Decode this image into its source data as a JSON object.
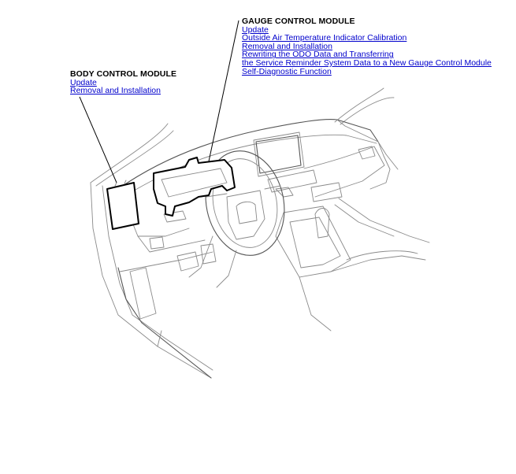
{
  "gauge_control_module": {
    "title": "GAUGE CONTROL MODULE",
    "links": [
      "Update",
      "Outside Air Temperature Indicator Calibration",
      "Removal and Installation",
      "Rewriting the ODO Data and Transferring",
      "the Service Reminder System Data to a New Gauge Control Module",
      "Self-Diagnostic Function"
    ]
  },
  "body_control_module": {
    "title": "BODY CONTROL MODULE",
    "links": [
      "Update",
      "Removal and Installation"
    ]
  },
  "colors": {
    "link": "#0000cc",
    "outline": "#8a8a8a",
    "module": "#000000"
  }
}
